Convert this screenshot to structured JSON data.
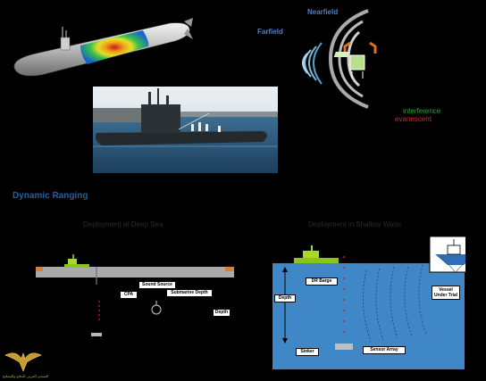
{
  "top_right": {
    "nearfield": "Nearfield",
    "farfield": "Farfield",
    "interference": "interference",
    "evanescent": "evanescent"
  },
  "section_title": "Dynamic Ranging",
  "deep_sea": {
    "heading": "Deployment at Deep Sea",
    "labels": [
      "Sound Source",
      "CPA",
      "Submarine Depth",
      "Depth"
    ]
  },
  "shallow": {
    "heading": "Deployment in Shallow Water",
    "labels": [
      "DR Barge",
      "Depth",
      "Vessel Under Trial",
      "Sinker",
      "Sensor Array"
    ]
  },
  "logo": {
    "caption": "المنتدى العربي للدفاع والتسليح"
  },
  "colors": {
    "title_blue": "#1f5fa6",
    "water_blue": "#3f87c6",
    "barge_green": "#9ed21f",
    "interference_green": "#2ea82e",
    "evanescent_red": "#d42424"
  },
  "icons": [
    "submarine-sonar-heatmap",
    "submarine-photo",
    "sonar-wave-diagram",
    "eagle-logo"
  ]
}
